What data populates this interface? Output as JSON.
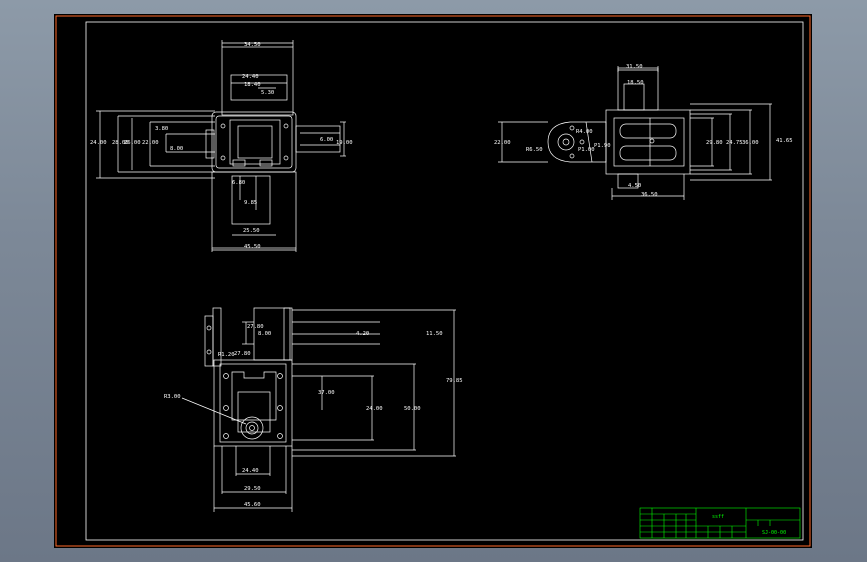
{
  "colors": {
    "background": "#7d8998",
    "canvas": "#000000",
    "frame_outer": "#ff6a2a",
    "drawing": "#ffffff",
    "title_block": "#00ff00"
  },
  "front_view": {
    "dims": [
      "34.50",
      "24.40",
      "18.40",
      "5.30",
      "24.00",
      "28.00",
      "26.00",
      "22.00",
      "3.80",
      "8.00",
      "6.00",
      "19.00",
      "6.80",
      "9.85",
      "25.50",
      "45.50"
    ]
  },
  "side_view": {
    "dims": [
      "31.50",
      "18.50",
      "R4.00",
      "22.00",
      "R6.50",
      "P1.90",
      "P1.00",
      "29.80",
      "24.75",
      "36.00",
      "41.65",
      "4.50",
      "36.50"
    ]
  },
  "top_view": {
    "dims": [
      "27.80",
      "8.00",
      "4.20",
      "11.50",
      "R1.20",
      "27.80",
      "R3.00",
      "37.00",
      "24.00",
      "50.00",
      "79.85",
      "24.40",
      "29.50",
      "45.60"
    ]
  },
  "title_block": {
    "title": "ssff",
    "code": "SJ-00-00"
  }
}
